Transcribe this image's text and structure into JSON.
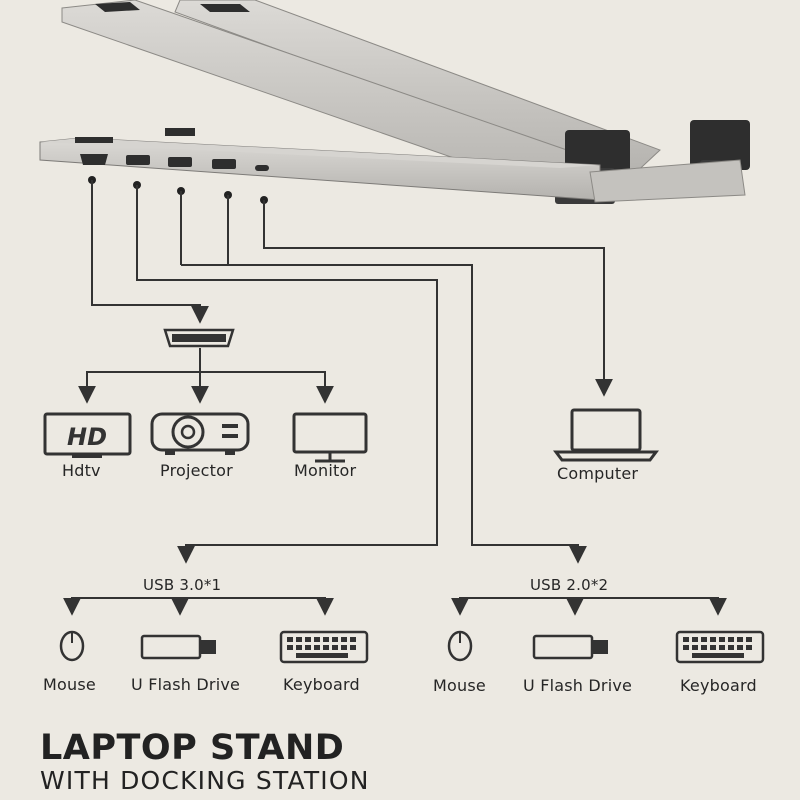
{
  "product": {
    "title": "LAPTOP STAND",
    "subtitle": "WITH DOCKING STATION"
  },
  "hdmi_devices": {
    "hdtv": {
      "label": "Hdtv",
      "screen_text": "HD"
    },
    "projector": {
      "label": "Projector"
    },
    "monitor": {
      "label": "Monitor"
    }
  },
  "computer": {
    "label": "Computer"
  },
  "usb3_group": {
    "label": "USB 3.0*1",
    "devices": [
      "Mouse",
      "U Flash Drive",
      "Keyboard"
    ]
  },
  "usb2_group": {
    "label": "USB 2.0*2",
    "devices": [
      "Mouse",
      "U Flash Drive",
      "Keyboard"
    ]
  },
  "colors": {
    "background": "#ece9e2",
    "line": "#333333",
    "stand_aluminum": "#c9c7c4",
    "stand_rubber": "#2e2e2e"
  }
}
